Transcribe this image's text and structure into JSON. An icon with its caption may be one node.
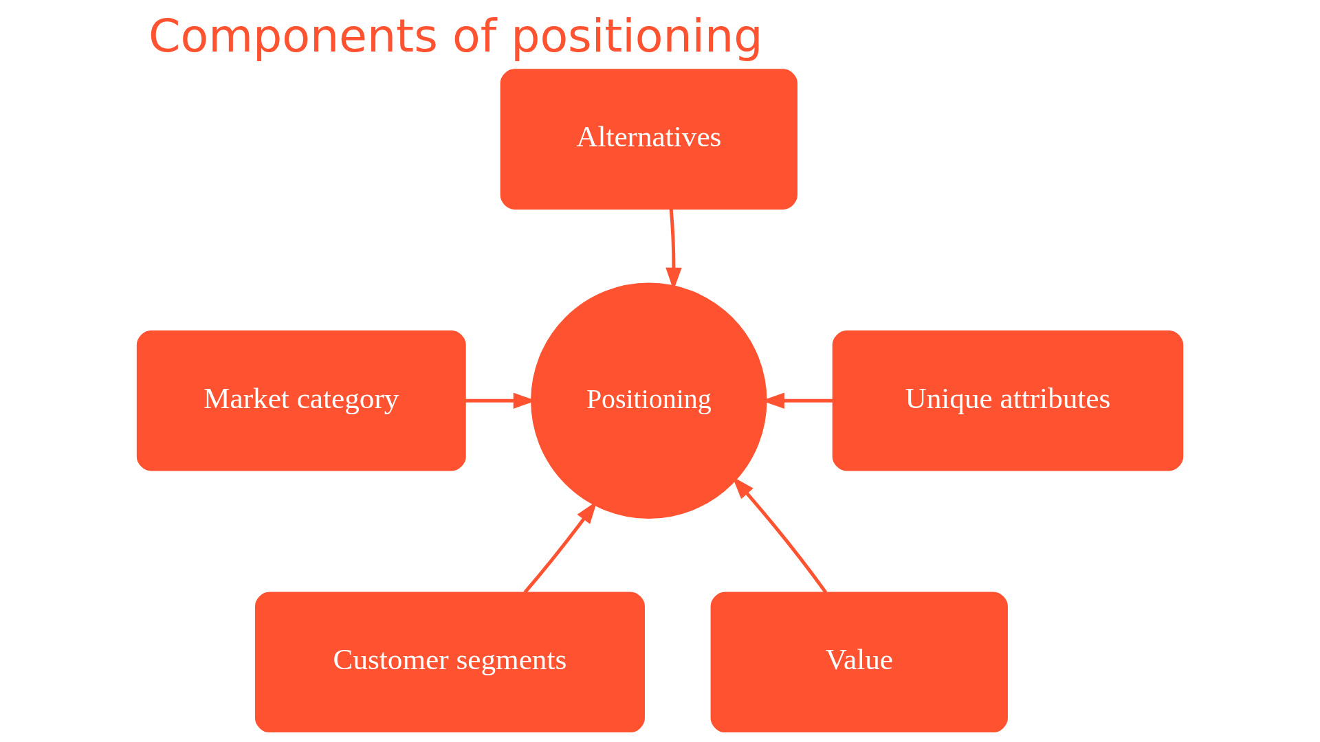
{
  "diagram": {
    "title": "Components of positioning",
    "nodes": [
      {
        "text": [
          "Alternatives"
        ]
      },
      {
        "text": [
          "Market category"
        ]
      },
      {
        "text": [
          "Positioning"
        ]
      },
      {
        "text": [
          "Unique attributes"
        ]
      },
      {
        "text": [
          "Customer segments"
        ]
      },
      {
        "text": [
          "Value"
        ]
      }
    ],
    "edges": [
      {
        "from": 0,
        "to": 2,
        "arrow": "to"
      },
      {
        "from": 1,
        "to": 2,
        "arrow": "to"
      },
      {
        "from": 3,
        "to": 2,
        "arrow": "to"
      },
      {
        "from": 4,
        "to": 2,
        "arrow": "to"
      },
      {
        "from": 5,
        "to": 2,
        "arrow": "to"
      }
    ]
  }
}
